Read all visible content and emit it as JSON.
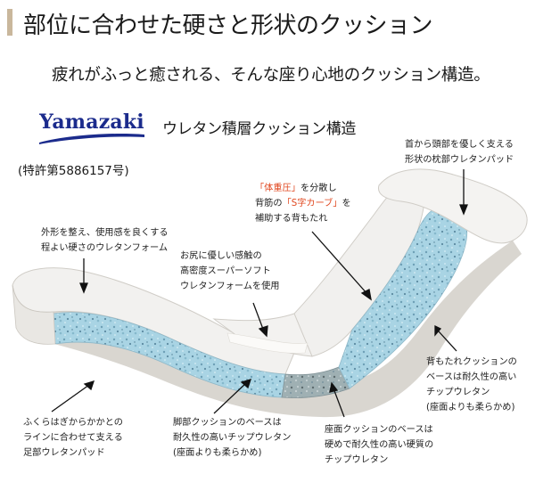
{
  "header": {
    "title": "部位に合わせた硬さと形状のクッション",
    "subtitle": "疲れがふっと癒される、そんな座り心地のクッション構造。"
  },
  "brand": {
    "logo_text": "Yamazaki",
    "structure_title": "ウレタン積層クッション構造",
    "patent": "(特許第5886157号)"
  },
  "colors": {
    "accent_bar": "#c9b79c",
    "logo_blue": "#1b2b8c",
    "highlight_red": "#e0471f",
    "foam_blue": "#a9d4e4",
    "cushion_white": "#f1f0ee"
  },
  "annotations": {
    "head_pad": [
      "首から頭部を優しく支える",
      "形状の枕部ウレタンパッド"
    ],
    "backrest": {
      "line1_red": "「体重圧」",
      "line1_rest": "を分散し",
      "line2_pre": "背筋の",
      "line2_red": "「S字カーブ」",
      "line2_post": "を",
      "line3": "補助する背もたれ"
    },
    "outer_shape": [
      "外形を整え、使用感を良くする",
      "程よい硬さのウレタンフォーム"
    ],
    "seat_soft": [
      "お尻に優しい感触の",
      "高密度スーパーソフト",
      "ウレタンフォームを使用"
    ],
    "back_base": [
      "背もたれクッションの",
      "ベースは耐久性の高い",
      "チップウレタン",
      "(座面よりも柔らかめ)"
    ],
    "calf_pad": [
      "ふくらはぎからかかとの",
      "ラインに合わせて支える",
      "足部ウレタンパッド"
    ],
    "leg_base": [
      "脚部クッションのベースは",
      "耐久性の高いチップウレタン",
      "(座面よりも柔らかめ)"
    ],
    "seat_base": [
      "座面クッションのベースは",
      "硬めで耐久性の高い硬質の",
      "チップウレタン"
    ]
  }
}
